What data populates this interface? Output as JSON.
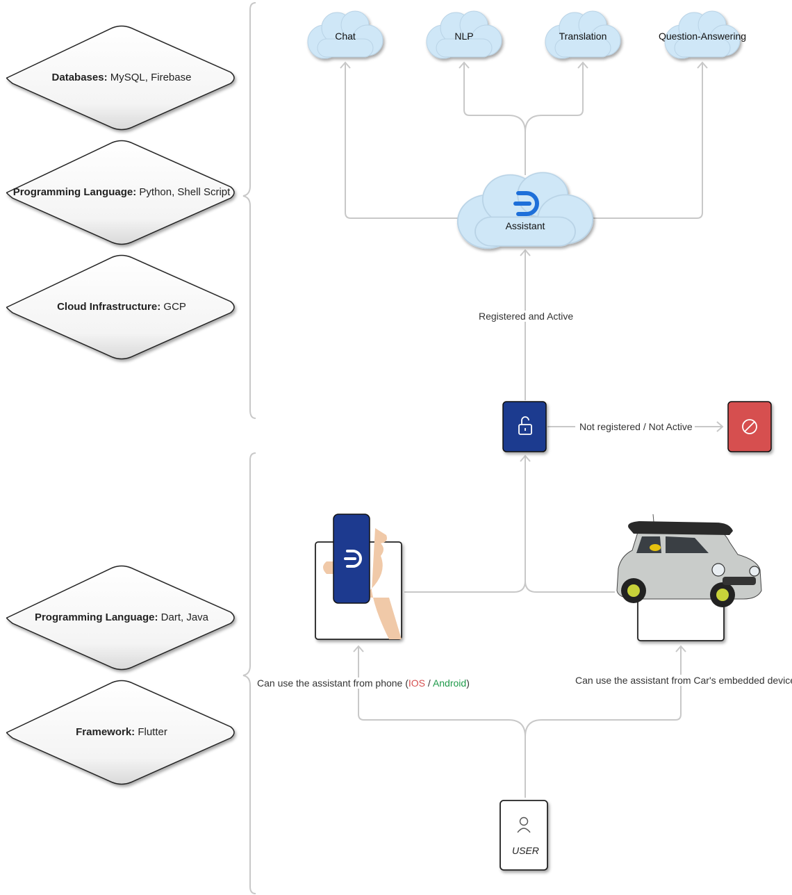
{
  "stack_left": [
    {
      "key": "Databases:",
      "value": "MySQL, Firebase"
    },
    {
      "key": "Programming Language:",
      "value": "Python, Shell Script"
    },
    {
      "key": "Cloud Infrastructure:",
      "value": "GCP"
    },
    {
      "key": "Programming Language:",
      "value": "Dart, Java"
    },
    {
      "key": "Framework:",
      "value": "Flutter"
    }
  ],
  "services": [
    "Chat",
    "NLP",
    "Translation",
    "Question-Answering"
  ],
  "assistant": {
    "label": "Assistant",
    "icon": "assistant-logo-icon"
  },
  "flow": {
    "registered": "Registered and Active",
    "not_registered": "Not registered / Not Active",
    "phone_prefix": "Can use the assistant from phone (",
    "phone_ios": "IOS",
    "phone_sep": " / ",
    "phone_android": "Android",
    "phone_suffix": ")",
    "car": "Can use the assistant from Car's embedded device"
  },
  "user": {
    "label": "USER",
    "icon": "user-icon"
  },
  "colors": {
    "cloud_fill": "#cfe7f7",
    "lock_box": "#1d3a8f",
    "blocked_box": "#d64f4f",
    "ios": "#d64f4f",
    "android": "#1f9a4a",
    "connector": "#c8c8c8"
  }
}
